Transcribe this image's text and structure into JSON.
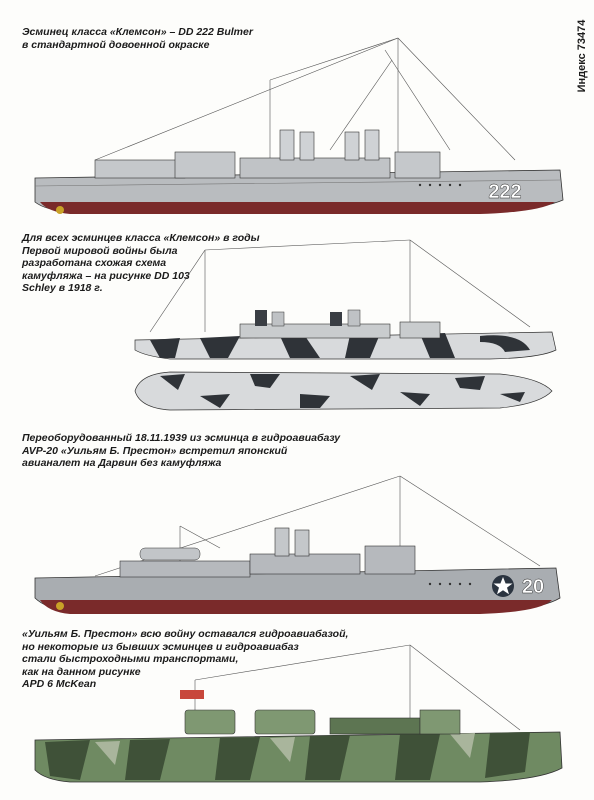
{
  "index_label": "Индекс 73474",
  "sections": [
    {
      "caption_lines": [
        "Эсминец класса «Клемсон» – DD 222 Bulmer",
        "в стандартной довоенной окраске"
      ],
      "hull_number": "222"
    },
    {
      "caption_lines": [
        "Для всех эсминцев класса «Клемсон» в годы",
        "Первой мировой войны была",
        "разработана схожая схема",
        "камуфляжа – на рисунке DD 103",
        "Schley в 1918 г."
      ]
    },
    {
      "caption_lines": [
        "Переоборудованный 18.11.1939 из эсминца в гидроавиабазу",
        "AVP-20 «Уильям Б. Престон» встретил японский",
        "авианалет на Дарвин без камуфляжа"
      ],
      "hull_number": "20"
    },
    {
      "caption_lines": [
        "«Уильям Б. Престон» всю войну оставался гидроавиабазой,",
        "но некоторые из бывших эсминцев и гидроавиабаз",
        "стали быстроходными транспортами,",
        "как на данном рисунке",
        "APD 6 McKean"
      ]
    }
  ],
  "colors": {
    "hull_gray": "#b9bcbf",
    "boot_red": "#7a2a2a",
    "camo_dark": "#2f3338",
    "camo_green": "#5f7a52"
  }
}
